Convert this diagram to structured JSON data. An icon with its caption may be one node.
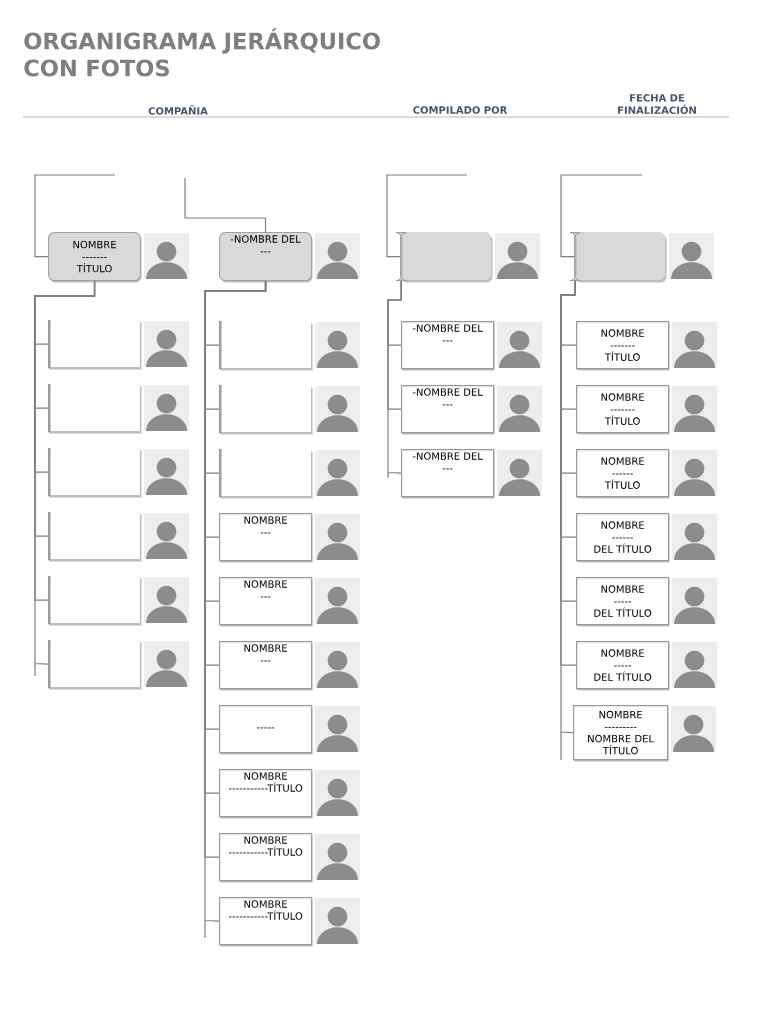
{
  "diagram": {
    "title": "ORGANIGRAMA JERÁRQUICO CON FOTOS",
    "nodes": [
      {
        "text": [
          "NOMBRE",
          "-------",
          "TÍTULO"
        ]
      },
      {
        "text": [],
        "shape": "box"
      },
      {
        "text": [],
        "shape": "box"
      },
      {
        "text": [],
        "shape": "box"
      },
      {
        "text": [],
        "shape": "box"
      },
      {
        "text": [],
        "shape": "box"
      },
      {
        "text": [],
        "shape": "box"
      },
      {
        "text": [
          "-NOMBRE DEL",
          "---"
        ]
      },
      {
        "text": [],
        "shape": "box"
      },
      {
        "text": [],
        "shape": "box"
      },
      {
        "text": [],
        "shape": "box"
      },
      {
        "text": [
          "NOMBRE",
          "---"
        ]
      },
      {
        "text": [
          "NOMBRE",
          "---"
        ]
      },
      {
        "text": [
          "NOMBRE",
          "---"
        ]
      },
      {
        "text": [
          "-----"
        ]
      },
      {
        "text": [
          "NOMBRE",
          "-----------TÍTULO"
        ]
      },
      {
        "text": [
          "NOMBRE",
          "-----------TÍTULO"
        ]
      },
      {
        "text": [
          "NOMBRE",
          "-----------TÍTULO"
        ]
      },
      {
        "text": [],
        "shape": "box"
      },
      {
        "text": [
          "-NOMBRE DEL",
          "---"
        ]
      },
      {
        "text": [
          "-NOMBRE DEL",
          "---"
        ]
      },
      {
        "text": [
          "-NOMBRE DEL",
          "---"
        ]
      },
      {
        "text": [],
        "shape": "box"
      },
      {
        "text": [
          "NOMBRE",
          "-------",
          "TÍTULO"
        ]
      },
      {
        "text": [
          "NOMBRE",
          "-------",
          "TÍTULO"
        ]
      },
      {
        "text": [
          "NOMBRE",
          "------",
          "TÍTULO"
        ]
      },
      {
        "text": [
          "NOMBRE",
          "------",
          "DEL TÍTULO"
        ]
      },
      {
        "text": [
          "NOMBRE",
          "-----",
          "DEL TÍTULO"
        ]
      },
      {
        "text": [
          "NOMBRE",
          "-----",
          "DEL TÍTULO"
        ]
      },
      {
        "text": [
          "NOMBRE",
          "---------",
          "NOMBRE DEL TÍTULO"
        ]
      }
    ],
    "edges": [
      {
        "from": null,
        "to": 0,
        "arrow": "none"
      },
      {
        "from": 0,
        "to": 1,
        "arrow": "none"
      },
      {
        "from": 0,
        "to": 2,
        "arrow": "none"
      },
      {
        "from": 0,
        "to": 3,
        "arrow": "none"
      },
      {
        "from": 0,
        "to": 4,
        "arrow": "none"
      },
      {
        "from": 0,
        "to": 5,
        "arrow": "none"
      },
      {
        "from": 0,
        "to": 6,
        "arrow": "none"
      },
      {
        "from": null,
        "to": 7,
        "arrow": "none"
      },
      {
        "from": 7,
        "to": 8,
        "arrow": "none"
      },
      {
        "from": 7,
        "to": 9,
        "arrow": "none"
      },
      {
        "from": 7,
        "to": 10,
        "arrow": "none"
      },
      {
        "from": 7,
        "to": 11,
        "arrow": "none"
      },
      {
        "from": 7,
        "to": 12,
        "arrow": "none"
      },
      {
        "from": 7,
        "to": 13,
        "arrow": "none"
      },
      {
        "from": 7,
        "to": 14,
        "arrow": "none"
      },
      {
        "from": 7,
        "to": 15,
        "arrow": "none"
      },
      {
        "from": 7,
        "to": 16,
        "arrow": "none"
      },
      {
        "from": 7,
        "to": 17,
        "arrow": "none"
      },
      {
        "from": null,
        "to": 18,
        "arrow": "none"
      },
      {
        "from": 18,
        "to": 19,
        "arrow": "none"
      },
      {
        "from": 18,
        "to": 20,
        "arrow": "none"
      },
      {
        "from": 18,
        "to": 21,
        "arrow": "none"
      },
      {
        "from": null,
        "to": 22,
        "arrow": "none"
      },
      {
        "from": 22,
        "to": 23,
        "arrow": "none"
      },
      {
        "from": 22,
        "to": 24,
        "arrow": "none"
      },
      {
        "from": 22,
        "to": 25,
        "arrow": "none"
      },
      {
        "from": 22,
        "to": 26,
        "arrow": "none"
      },
      {
        "from": 22,
        "to": 27,
        "arrow": "none"
      },
      {
        "from": 22,
        "to": 28,
        "arrow": "none"
      },
      {
        "from": 22,
        "to": 29,
        "arrow": "none"
      }
    ],
    "labels": [
      "COMPAÑIA",
      "COMPILADO POR",
      "FECHA DE FINALIZACIÓN"
    ]
  }
}
